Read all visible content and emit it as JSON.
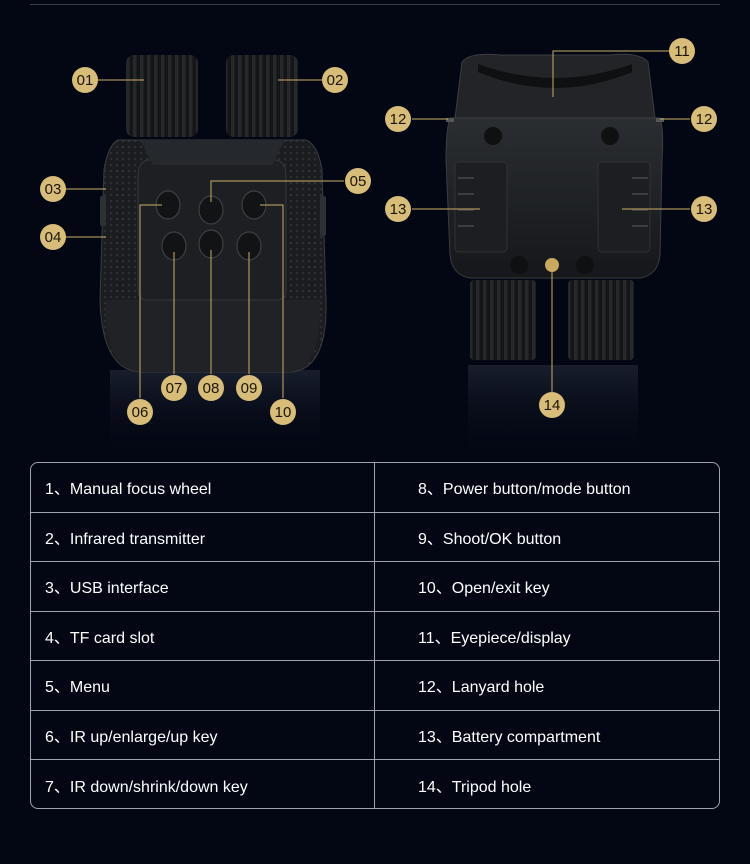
{
  "callouts": {
    "front": [
      "01",
      "02",
      "03",
      "04",
      "05",
      "06",
      "07",
      "08",
      "09",
      "10"
    ],
    "back": [
      "11",
      "12",
      "12",
      "13",
      "13",
      "14"
    ]
  },
  "specs": {
    "left": [
      "1、Manual focus wheel",
      "2、Infrared transmitter",
      "3、USB interface",
      "4、TF card slot",
      "5、Menu",
      "6、IR up/enlarge/up key",
      "7、IR down/shrink/down key"
    ],
    "right": [
      "8、Power button/mode button",
      "9、Shoot/OK button",
      "10、Open/exit key",
      "11、Eyepiece/display",
      "12、Lanyard hole",
      "13、Battery compartment",
      "14、Tripod hole"
    ]
  },
  "colors": {
    "background": "#030714",
    "badge": "#d8bd79",
    "leader": "#c9ad6a",
    "table_border": "#9ea3ad"
  }
}
